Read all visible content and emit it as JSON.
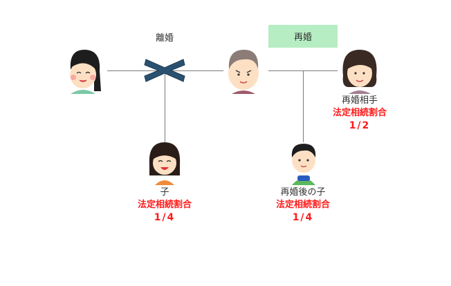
{
  "divorce_label": "離婚",
  "remarriage_label": "再婚",
  "new_spouse": {
    "name": "再婚相手",
    "share_label": "法定相続割合",
    "share": "1/2"
  },
  "child": {
    "name": "子",
    "share_label": "法定相続割合",
    "share": "1/4"
  },
  "new_child": {
    "name": "再婚後の子",
    "share_label": "法定相続割合",
    "share": "1/4"
  },
  "colors": {
    "cross": "#2a5170",
    "remarriage_box": "#b7edc3",
    "share_text": "#ff1a1a"
  }
}
